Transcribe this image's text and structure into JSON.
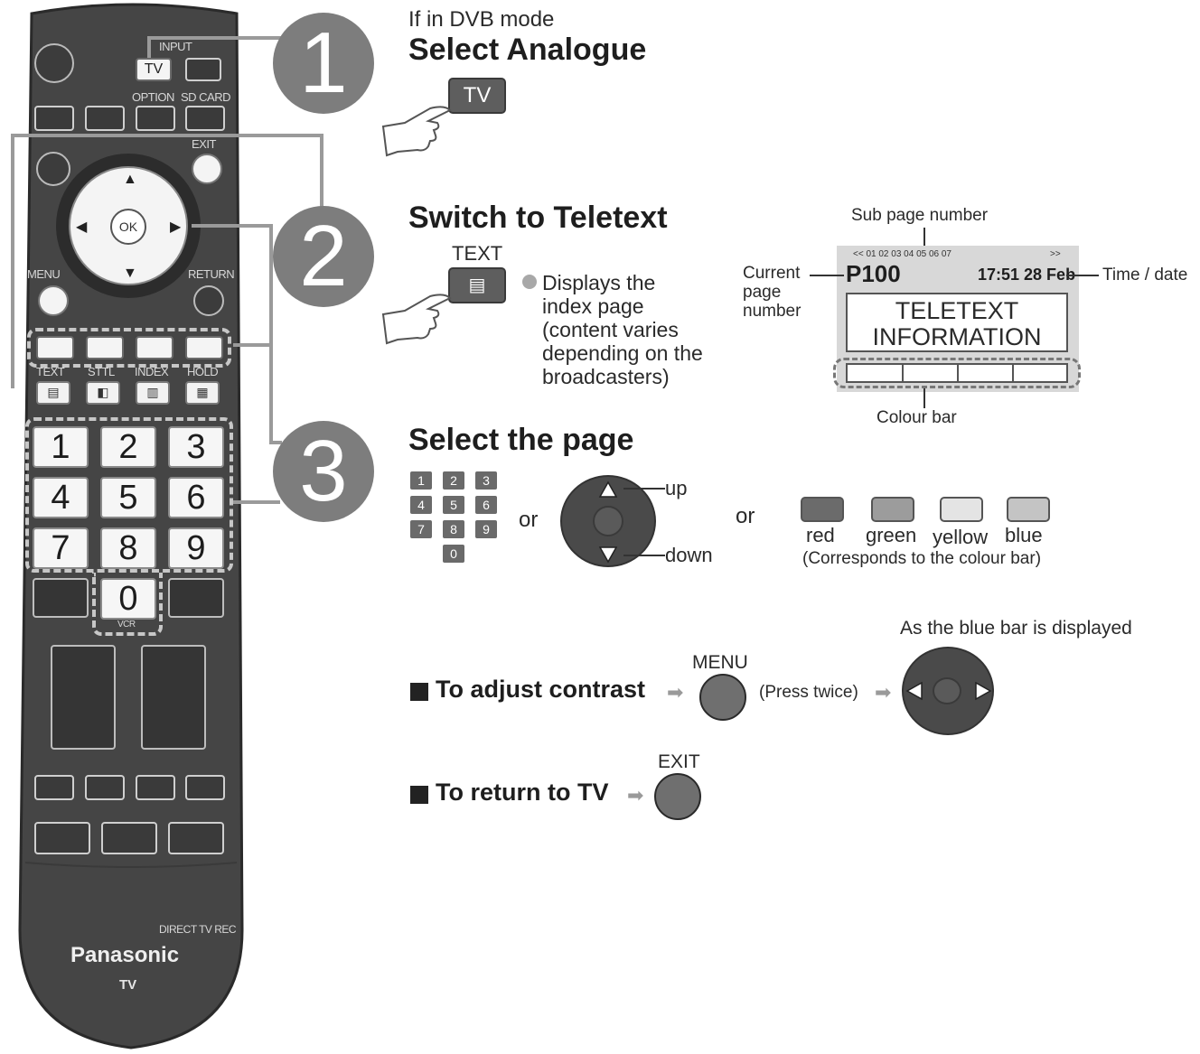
{
  "remote": {
    "labels": {
      "input": "INPUT",
      "tv": "TV",
      "option": "OPTION",
      "sdcard": "SD CARD",
      "exit": "EXIT",
      "ok": "OK",
      "menu": "MENU",
      "return": "RETURN",
      "text": "TEXT",
      "sttl": "STTL",
      "index": "INDEX",
      "hold": "HOLD",
      "vcr": "VCR",
      "direct_tv_rec": "DIRECT TV REC",
      "brand": "Panasonic",
      "tv_bottom": "TV"
    },
    "digits": [
      "1",
      "2",
      "3",
      "4",
      "5",
      "6",
      "7",
      "8",
      "9",
      "0"
    ]
  },
  "steps": [
    "1",
    "2",
    "3"
  ],
  "step1": {
    "pre": "If in DVB mode",
    "title": "Select Analogue",
    "button": "TV"
  },
  "step2": {
    "title": "Switch to Teletext",
    "button_label": "TEXT",
    "desc": [
      "Displays the",
      "index page",
      "(content varies",
      "depending on the",
      "broadcasters)"
    ]
  },
  "teletext": {
    "sub_page_label": "Sub page number",
    "sub_pages": "<< 01 02 03 04 05 06 07",
    "sub_next": ">>",
    "page": "P100",
    "time": "17:51 28 Feb",
    "current_label": [
      "Current",
      "page",
      "number"
    ],
    "time_label": "Time / date",
    "screen_lines": [
      "TELETEXT",
      "INFORMATION"
    ],
    "colour_bar_label": "Colour bar"
  },
  "step3": {
    "title": "Select the page",
    "keys": [
      "1",
      "2",
      "3",
      "4",
      "5",
      "6",
      "7",
      "8",
      "9",
      "0"
    ],
    "or1": "or",
    "or2": "or",
    "up": "up",
    "down": "down",
    "colours": [
      "red",
      "green",
      "yellow",
      "blue"
    ],
    "colour_note": "(Corresponds to the colour bar)"
  },
  "contrast": {
    "label": "To adjust contrast",
    "menu": "MENU",
    "press": "(Press twice)",
    "note": "As the blue bar is displayed"
  },
  "return_tv": {
    "label": "To return to TV",
    "exit": "EXIT"
  },
  "colors": {
    "remote_body": "#454545",
    "step_circle": "#7d7d7d",
    "arrow": "#9a9a9a",
    "colour_red": "#6b6b6b",
    "colour_green": "#9c9c9c",
    "colour_yellow": "#e4e4e4",
    "colour_blue": "#c4c4c4"
  }
}
